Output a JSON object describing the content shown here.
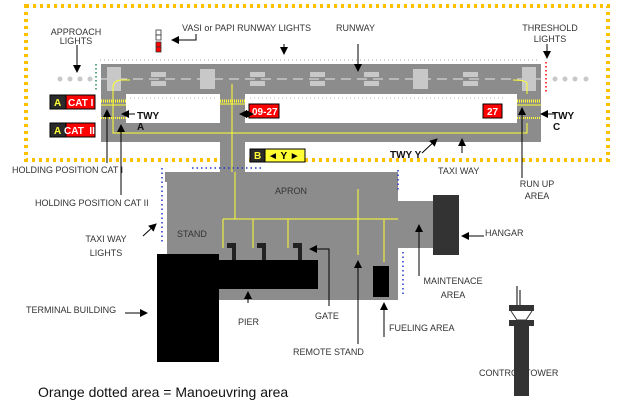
{
  "colors": {
    "manoeuvring_border": "#ffc000",
    "pavement": "#8c8c8c",
    "building": "#000000",
    "marking": "#ffff33",
    "sign_red": "#ff0000",
    "sign_black": "#2b2b2b",
    "taxiway_lights": "#2233cc",
    "edge_lights_green": "#2e8b57",
    "threshold_lights": "#ff0000"
  },
  "labels": {
    "approach_lights": [
      "APPROACH",
      "LIGHTS"
    ],
    "vasi_papi": "VASI or PAPI RUNWAY LIGHTS",
    "runway": "RUNWAY",
    "threshold_lights": [
      "THRESHOLD",
      "LIGHTS"
    ],
    "twy_a": [
      "TWY",
      "A"
    ],
    "twy_c": [
      "TWY",
      "C"
    ],
    "twy_y": "TWY Y",
    "taxi_way": "TAXI WAY",
    "run_up_area": [
      "RUN UP",
      "AREA"
    ],
    "holding_cat1": "HOLDING POSITION CAT I",
    "holding_cat2": "HOLDING POSITION CAT II",
    "apron": "APRON",
    "stand": "STAND",
    "taxiway_lights": [
      "TAXI WAY",
      "LIGHTS"
    ],
    "hangar": "HANGAR",
    "maintenance_area": [
      "MAINTENACE",
      "AREA"
    ],
    "terminal_building": "TERMINAL BUILDING",
    "pier": "PIER",
    "gate": "GATE",
    "fueling_area": "FUELING AREA",
    "remote_stand": "REMOTE STAND",
    "control_tower": "CONTROL TOWER"
  },
  "signs": {
    "cat1": {
      "letter": "A",
      "text": "CAT I"
    },
    "cat2": {
      "letter": "A",
      "text": "CAT  II"
    },
    "runway_09_27": "09-27",
    "runway_27": "27",
    "direction": {
      "letter": "B",
      "text": "◄ Y ►"
    }
  },
  "caption": "Orange dotted area = Manoeuvring area"
}
